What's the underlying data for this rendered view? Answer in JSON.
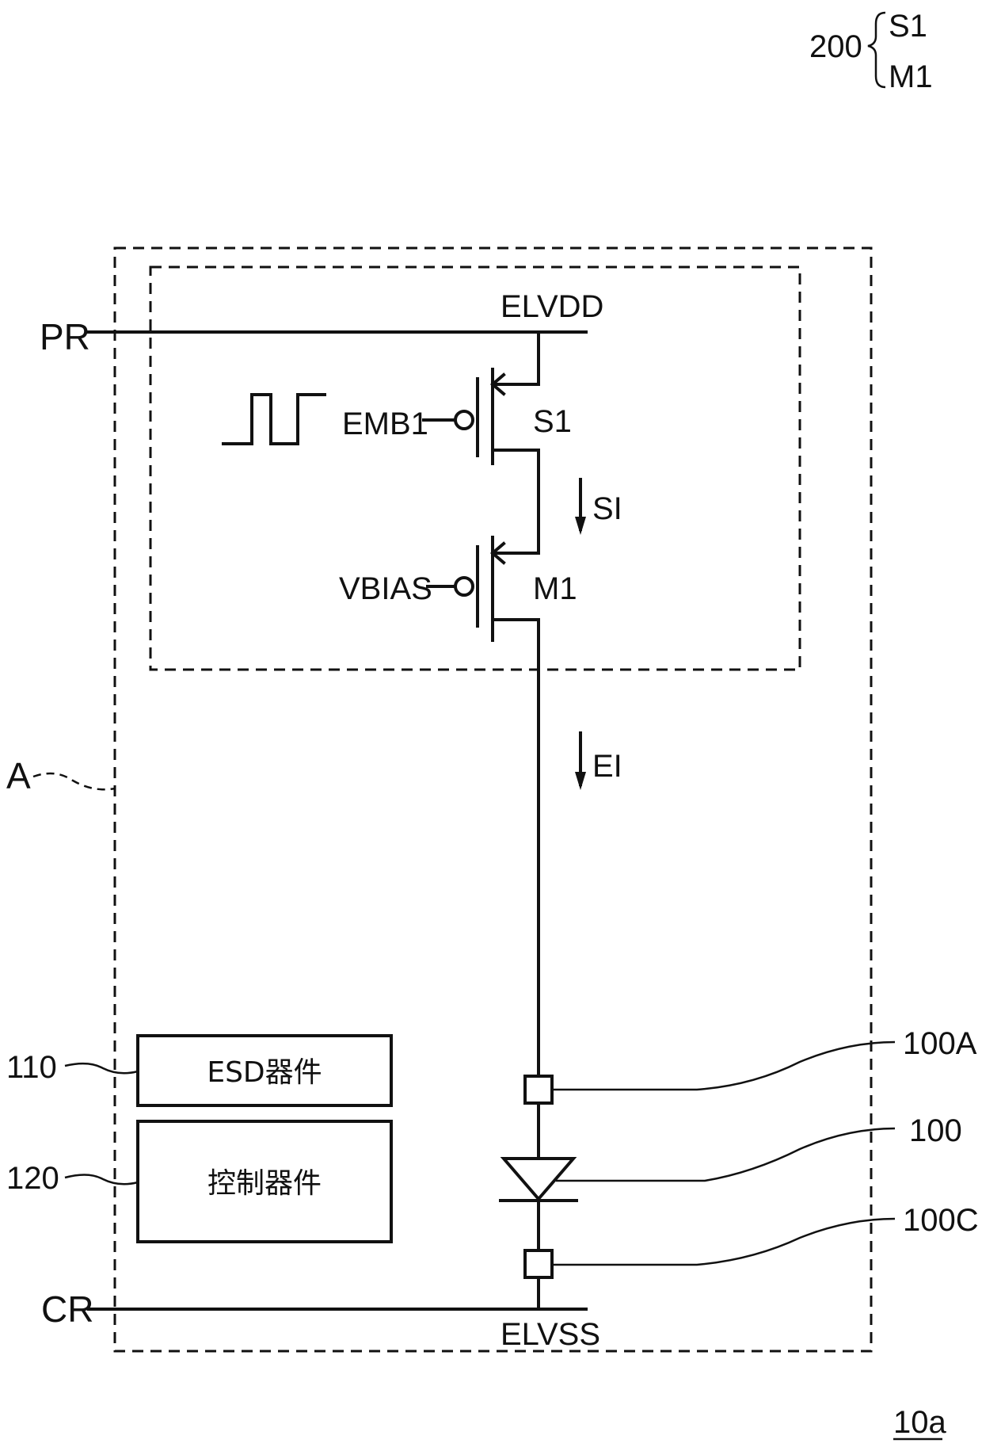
{
  "legend": {
    "number": "200",
    "items": [
      "S1",
      "M1"
    ]
  },
  "rails": {
    "power_rail": "PR",
    "supply_node": "ELVDD",
    "common_rail": "CR",
    "ground_node": "ELVSS"
  },
  "region": {
    "label": "A"
  },
  "transistors": {
    "switch": {
      "gate_signal": "EMB1",
      "name": "S1"
    },
    "current_source": {
      "gate_signal": "VBIAS",
      "name": "M1"
    }
  },
  "currents": {
    "switch_current": "SI",
    "emission_current": "EI"
  },
  "blocks": [
    {
      "ref": "110",
      "label": "ESD器件"
    },
    {
      "ref": "120",
      "label": "控制器件"
    }
  ],
  "led": {
    "ref": "100",
    "anode_ref": "100A",
    "cathode_ref": "100C"
  },
  "figure_ref": "10a"
}
